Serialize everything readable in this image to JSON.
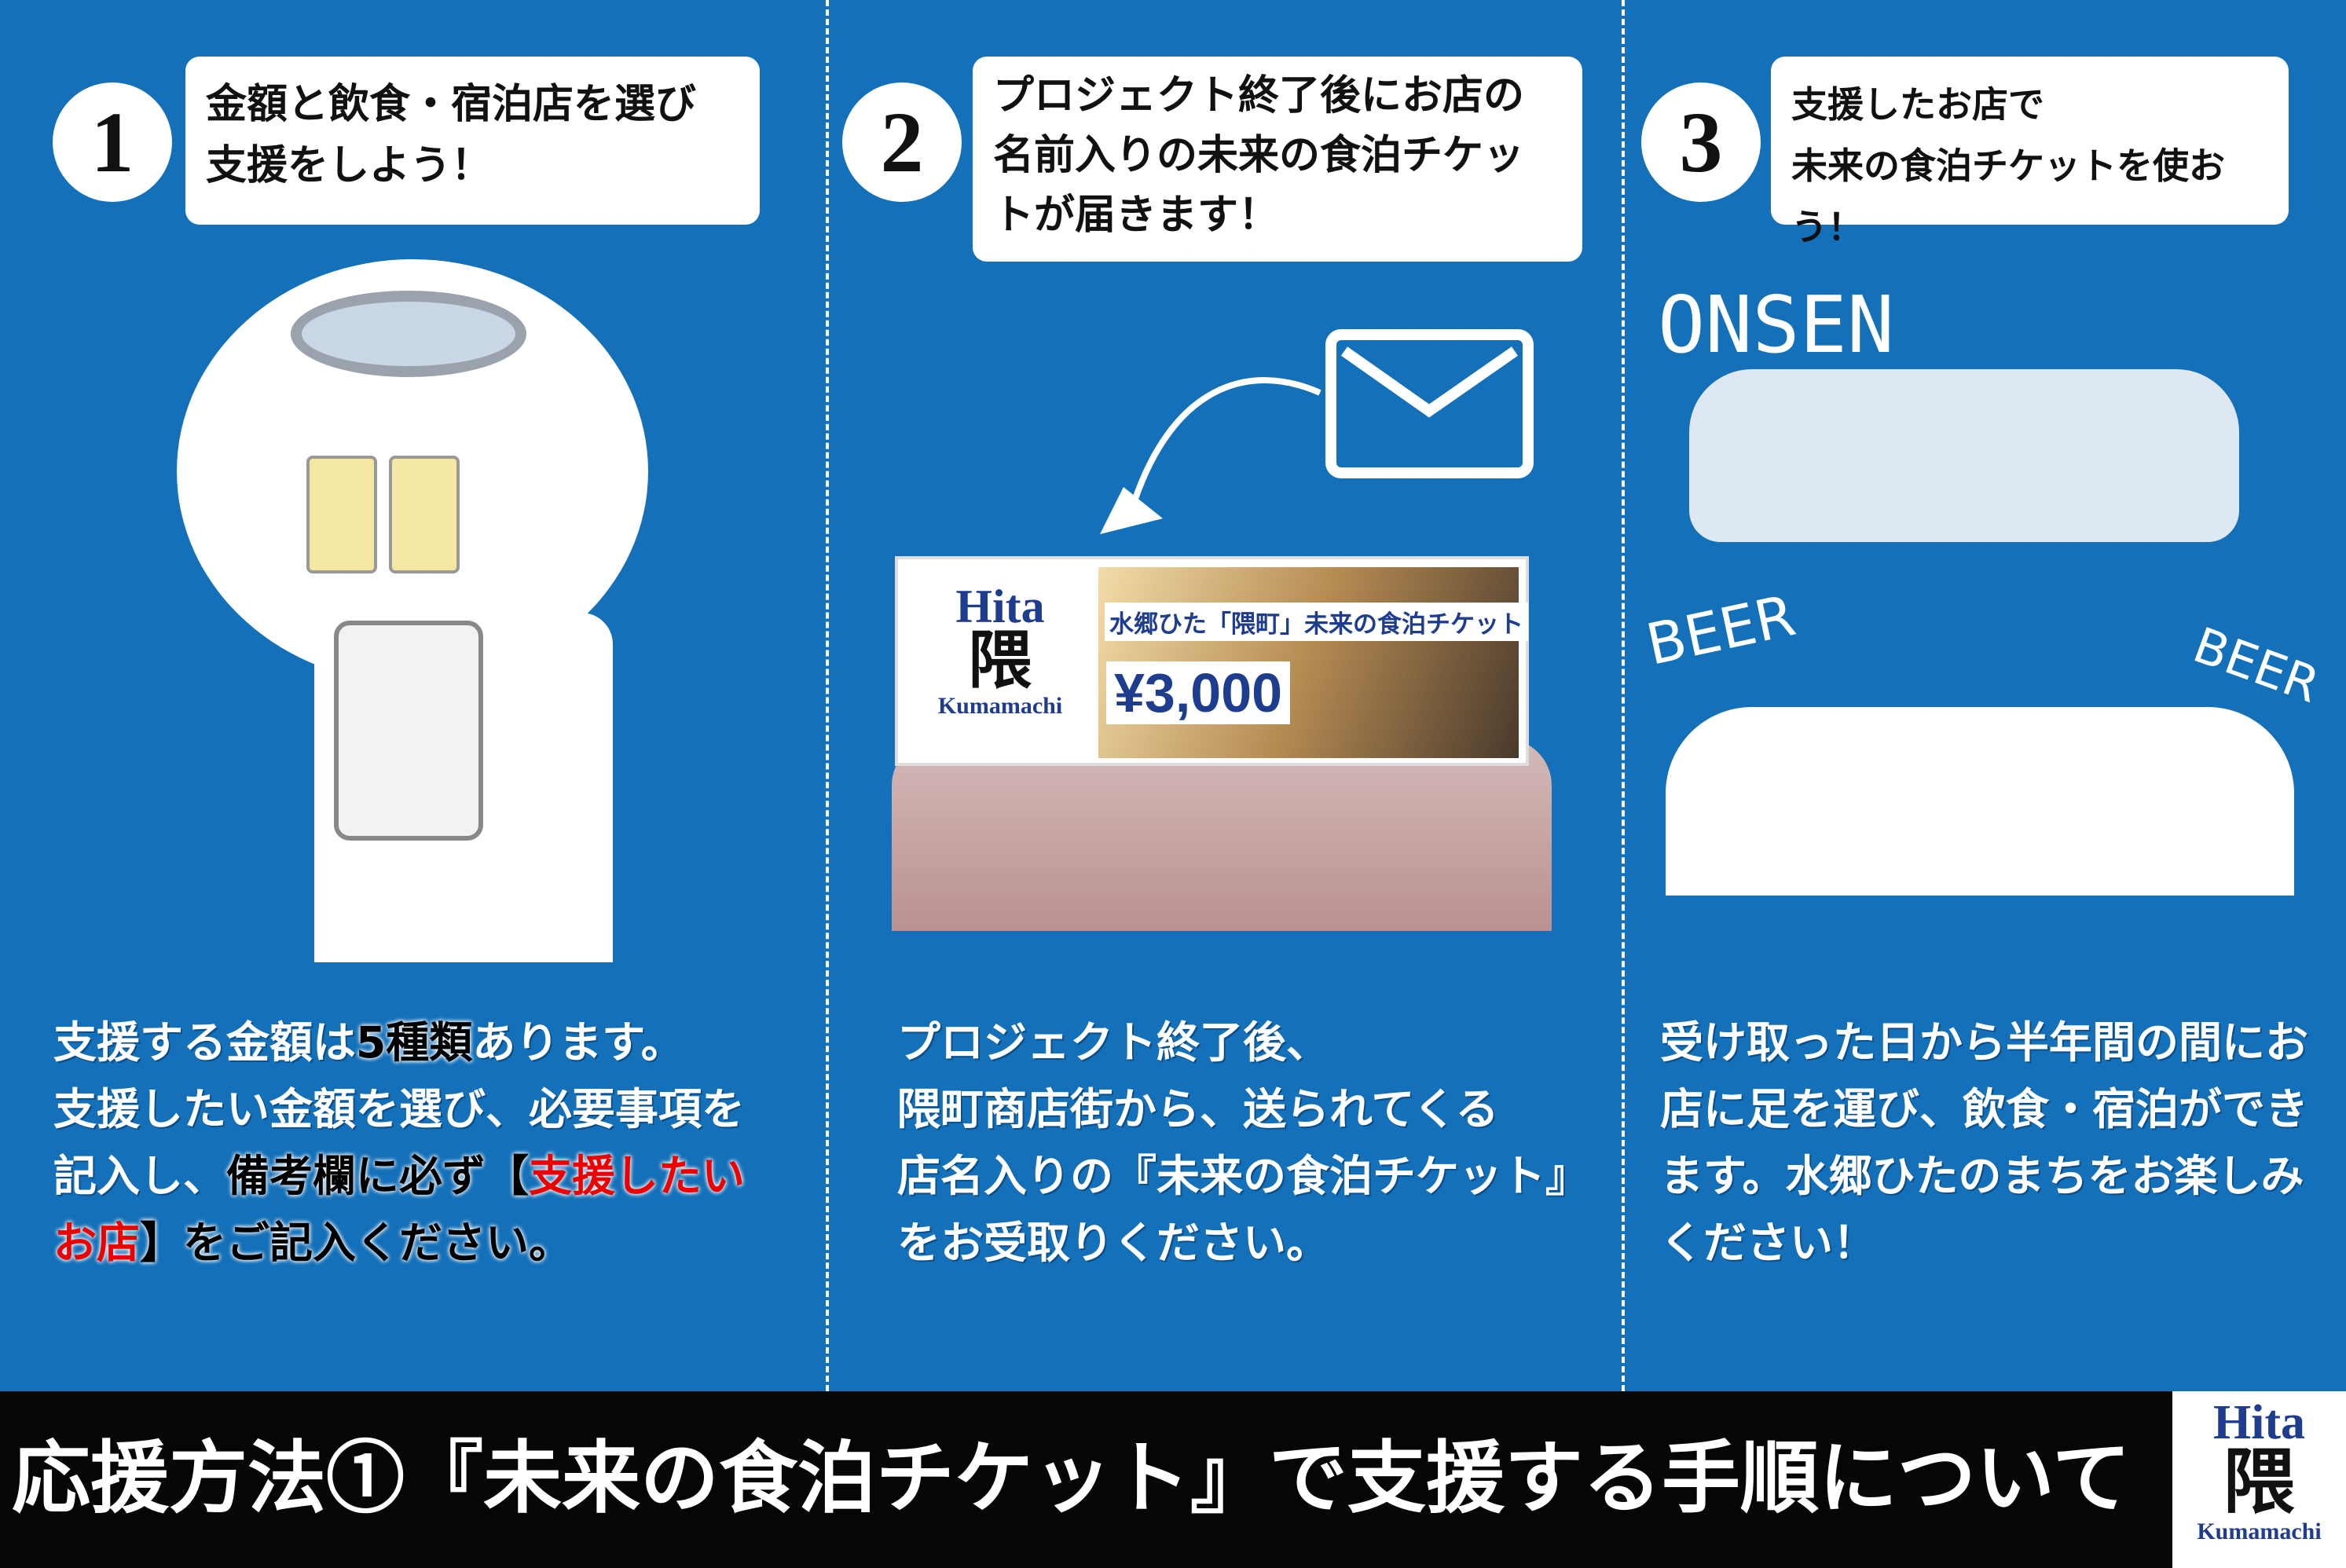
{
  "steps": [
    {
      "number": "1",
      "heading": "金額と飲食・宿泊店を選び\n支援をしよう！"
    },
    {
      "number": "2",
      "heading": "プロジェクト終了後にお店の\n名前入りの未来の食泊チケッ\nトが届きます！"
    },
    {
      "number": "3",
      "heading": "支援したお店で\n未来の食泊チケットを使おう！"
    }
  ],
  "col1": {
    "t1": "支援する金額は",
    "t2": "5種類",
    "t3": "あります。\n支援したい金額を選び、必要事項を\n記入し、",
    "t4": "備考欄に必ず【",
    "t5": "支援したい\nお店",
    "t6": "】をご記入ください。"
  },
  "col2": {
    "text": "プロジェクト終了後、\n隈町商店街から、送られてくる\n店名入りの『未来の食泊チケット』\nをお受取りください。"
  },
  "col3": {
    "text": "受け取った日から半年間の間にお\n店に足を運び、飲食・宿泊ができ\nます。水郷ひたのまちをお楽しみ\nください！"
  },
  "ticket": {
    "title": "水郷ひた「隈町」未来の食泊チケット",
    "price": "¥3,000"
  },
  "labels": {
    "onsen": "ONSEN",
    "beer": "BEER"
  },
  "logo": {
    "top": "Hita",
    "kanji": "隈",
    "bottom": "Kumamachi"
  },
  "footer": {
    "title": "応援方法①『未来の食泊チケット』で支援する手順について"
  },
  "colors": {
    "background": "#1470b8",
    "footer": "#060606",
    "highlight": "#e00000",
    "ticket_text": "#1f3d8f"
  }
}
